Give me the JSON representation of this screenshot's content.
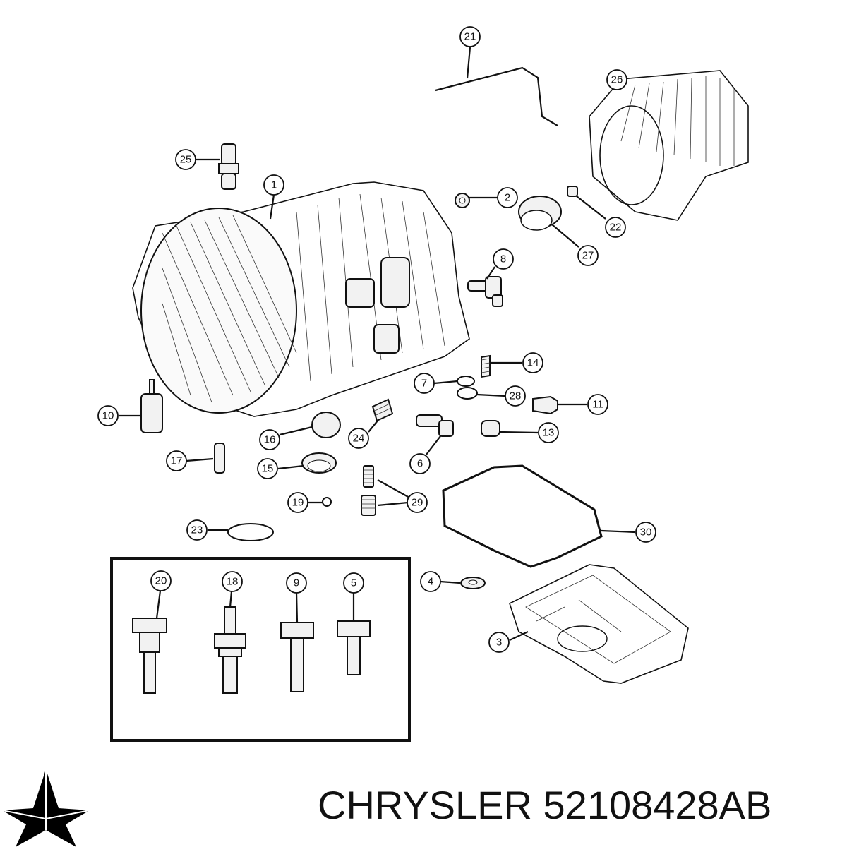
{
  "callouts": [
    {
      "id": "21",
      "label": "21"
    },
    {
      "id": "26",
      "label": "26"
    },
    {
      "id": "25",
      "label": "25"
    },
    {
      "id": "1",
      "label": "1"
    },
    {
      "id": "2",
      "label": "2"
    },
    {
      "id": "22",
      "label": "22"
    },
    {
      "id": "27",
      "label": "27"
    },
    {
      "id": "8",
      "label": "8"
    },
    {
      "id": "14",
      "label": "14"
    },
    {
      "id": "7",
      "label": "7"
    },
    {
      "id": "28",
      "label": "28"
    },
    {
      "id": "11",
      "label": "11"
    },
    {
      "id": "10",
      "label": "10"
    },
    {
      "id": "16",
      "label": "16"
    },
    {
      "id": "24",
      "label": "24"
    },
    {
      "id": "13",
      "label": "13"
    },
    {
      "id": "6",
      "label": "6"
    },
    {
      "id": "17",
      "label": "17"
    },
    {
      "id": "15",
      "label": "15"
    },
    {
      "id": "29",
      "label": "29"
    },
    {
      "id": "19",
      "label": "19"
    },
    {
      "id": "30",
      "label": "30"
    },
    {
      "id": "23",
      "label": "23"
    },
    {
      "id": "4",
      "label": "4"
    },
    {
      "id": "20",
      "label": "20"
    },
    {
      "id": "18",
      "label": "18"
    },
    {
      "id": "9",
      "label": "9"
    },
    {
      "id": "5",
      "label": "5"
    },
    {
      "id": "3",
      "label": "3"
    }
  ],
  "caption": {
    "brand": "CHRYSLER",
    "part_number": "52108428AB"
  },
  "logo": {
    "name": "chrysler-pentastar-icon",
    "color": "#000000"
  }
}
